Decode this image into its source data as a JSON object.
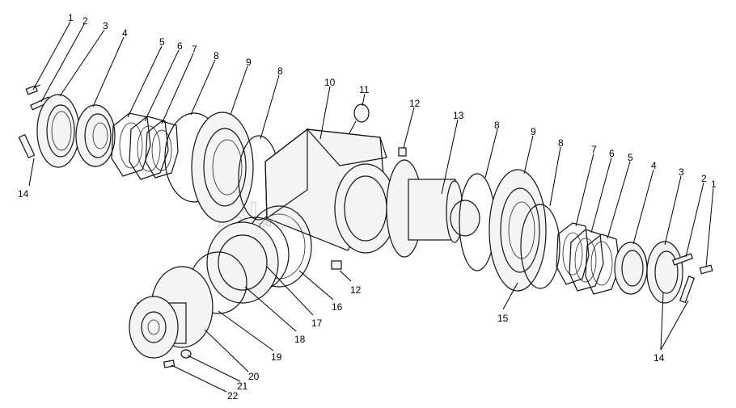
{
  "watermark": "Autosoft",
  "callouts": [
    {
      "id": "c1a",
      "text": "1"
    },
    {
      "id": "c2a",
      "text": "2"
    },
    {
      "id": "c3a",
      "text": "3"
    },
    {
      "id": "c4a",
      "text": "4"
    },
    {
      "id": "c5a",
      "text": "5"
    },
    {
      "id": "c6a",
      "text": "6"
    },
    {
      "id": "c7a",
      "text": "7"
    },
    {
      "id": "c8a",
      "text": "8"
    },
    {
      "id": "c9a",
      "text": "9"
    },
    {
      "id": "c8b",
      "text": "8"
    },
    {
      "id": "c10",
      "text": "10"
    },
    {
      "id": "c11",
      "text": "11"
    },
    {
      "id": "c12a",
      "text": "12"
    },
    {
      "id": "c13",
      "text": "13"
    },
    {
      "id": "c8c",
      "text": "8"
    },
    {
      "id": "c9b",
      "text": "9"
    },
    {
      "id": "c8d",
      "text": "8"
    },
    {
      "id": "c7b",
      "text": "7"
    },
    {
      "id": "c6b",
      "text": "6"
    },
    {
      "id": "c5b",
      "text": "5"
    },
    {
      "id": "c4b",
      "text": "4"
    },
    {
      "id": "c3b",
      "text": "3"
    },
    {
      "id": "c2b",
      "text": "2"
    },
    {
      "id": "c1b",
      "text": "1"
    },
    {
      "id": "c14a",
      "text": "14"
    },
    {
      "id": "c14b",
      "text": "14"
    },
    {
      "id": "c12b",
      "text": "12"
    },
    {
      "id": "c15",
      "text": "15"
    },
    {
      "id": "c16",
      "text": "16"
    },
    {
      "id": "c17",
      "text": "17"
    },
    {
      "id": "c18",
      "text": "18"
    },
    {
      "id": "c19",
      "text": "19"
    },
    {
      "id": "c20",
      "text": "20"
    },
    {
      "id": "c21",
      "text": "21"
    },
    {
      "id": "c22",
      "text": "22"
    }
  ]
}
